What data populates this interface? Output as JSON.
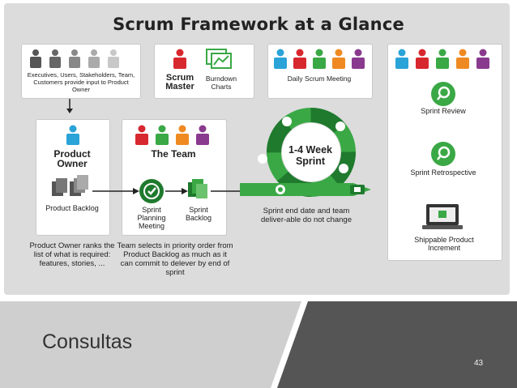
{
  "title": "Scrum Framework at a Glance",
  "stakeholders": {
    "text": "Executives, Users, Stakeholders, Team, Customers provide input to Product Owner"
  },
  "roles": {
    "scrum_master": "Scrum Master",
    "burndown": "Burndown Charts"
  },
  "daily": {
    "label": "Daily Scrum Meeting"
  },
  "product_owner": {
    "label": "Product Owner",
    "backlog": "Product Backlog",
    "desc": "Product Owner ranks the list of what is required: features, stories, ..."
  },
  "team": {
    "label": "The Team",
    "planning": "Sprint Planning Meeting",
    "sprint_backlog": "Sprint Backlog",
    "desc": "Team selects in priority order from Product Backlog as much as it can commit to delever by end of sprint"
  },
  "sprint": {
    "label": "1-4 Week Sprint",
    "note": "Sprint end date and team deliver-able do not change"
  },
  "review": {
    "review": "Sprint Review",
    "retro": "Sprint Retrospective",
    "increment": "Shippable Product Increment"
  },
  "footer": {
    "title": "Consultas",
    "page": "43"
  },
  "colors": {
    "green": "#3aa845",
    "dark_green": "#1f7a2e",
    "red": "#d8282f",
    "blue": "#2aa3d8",
    "orange": "#ef8a22",
    "purple": "#8a3a8e",
    "gray": "#555555"
  }
}
